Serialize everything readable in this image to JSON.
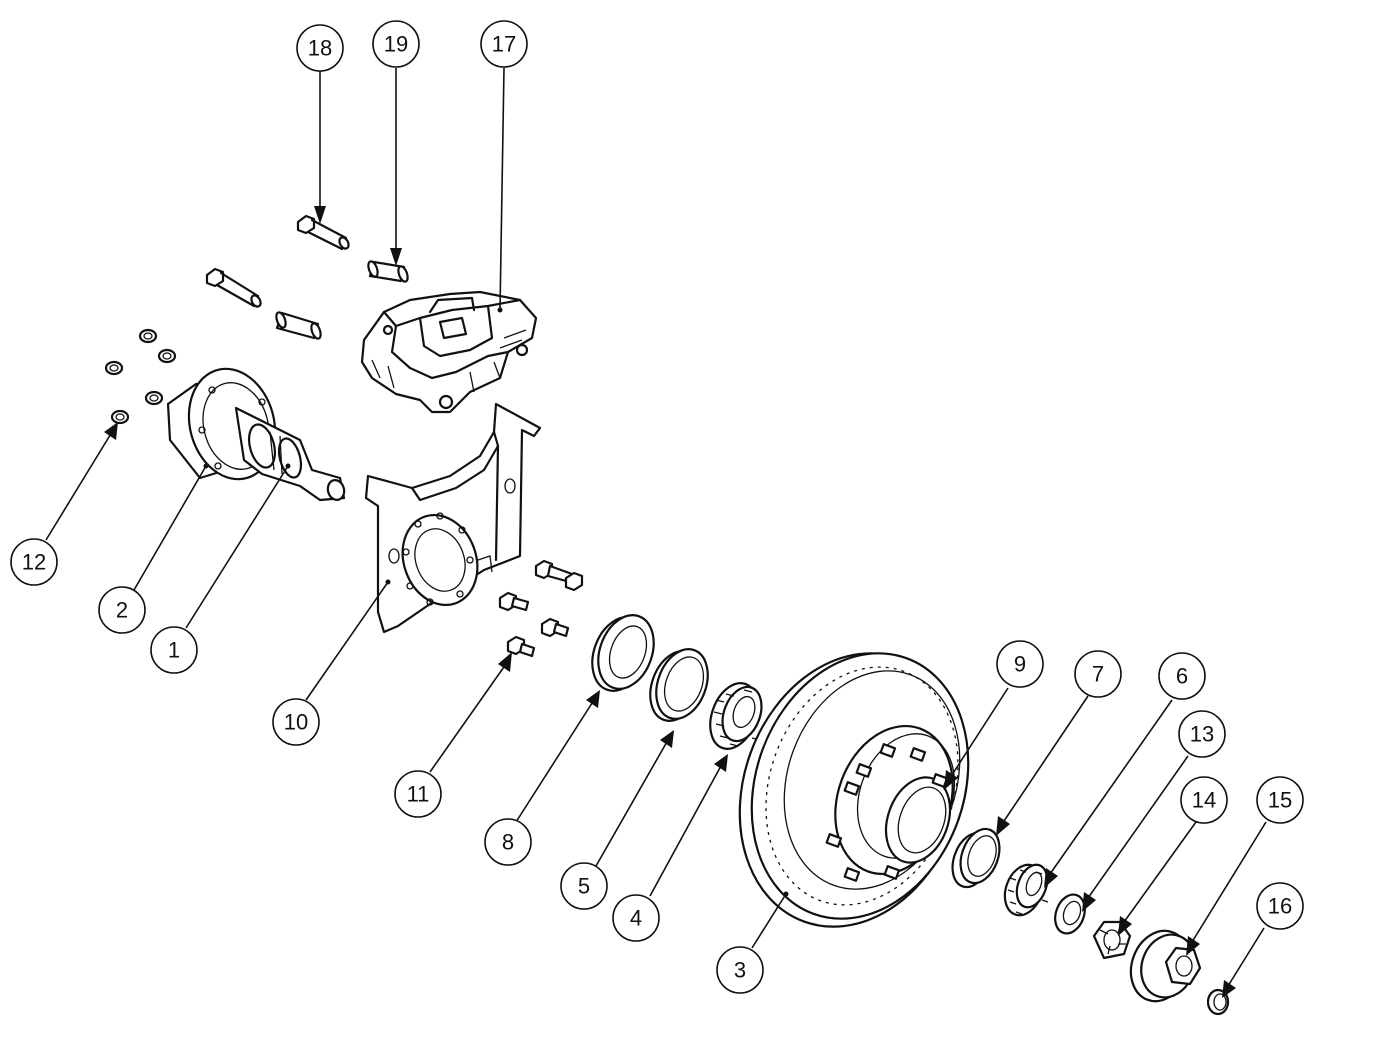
{
  "callouts": [
    {
      "id": "18",
      "label": "18"
    },
    {
      "id": "19",
      "label": "19"
    },
    {
      "id": "17",
      "label": "17"
    },
    {
      "id": "12",
      "label": "12"
    },
    {
      "id": "2",
      "label": "2"
    },
    {
      "id": "1",
      "label": "1"
    },
    {
      "id": "10",
      "label": "10"
    },
    {
      "id": "11",
      "label": "11"
    },
    {
      "id": "8",
      "label": "8"
    },
    {
      "id": "5",
      "label": "5"
    },
    {
      "id": "4",
      "label": "4"
    },
    {
      "id": "3",
      "label": "3"
    },
    {
      "id": "9",
      "label": "9"
    },
    {
      "id": "7",
      "label": "7"
    },
    {
      "id": "6",
      "label": "6"
    },
    {
      "id": "13",
      "label": "13"
    },
    {
      "id": "14",
      "label": "14"
    },
    {
      "id": "15",
      "label": "15"
    },
    {
      "id": "16",
      "label": "16"
    }
  ]
}
